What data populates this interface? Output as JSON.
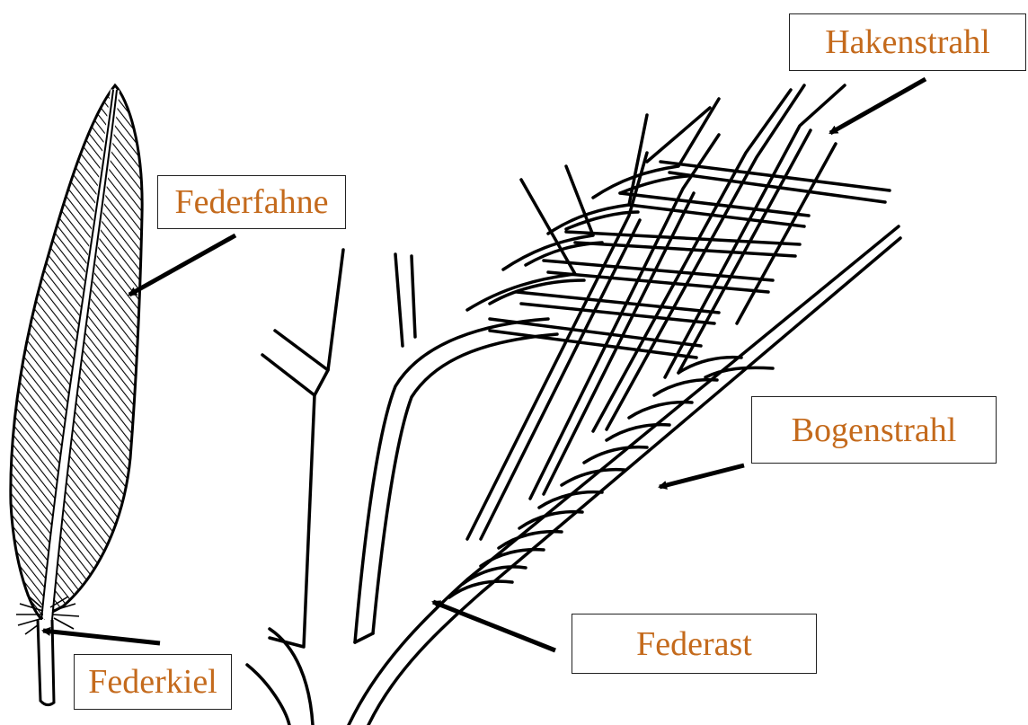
{
  "labels": {
    "hakenstrahl": "Hakenstrahl",
    "federfahne": "Federfahne",
    "bogenstrahl": "Bogenstrahl",
    "federast": "Federast",
    "federkiel": "Federkiel"
  },
  "colors": {
    "label_text": "#c46a1c",
    "line": "#000000",
    "background": "#ffffff"
  }
}
